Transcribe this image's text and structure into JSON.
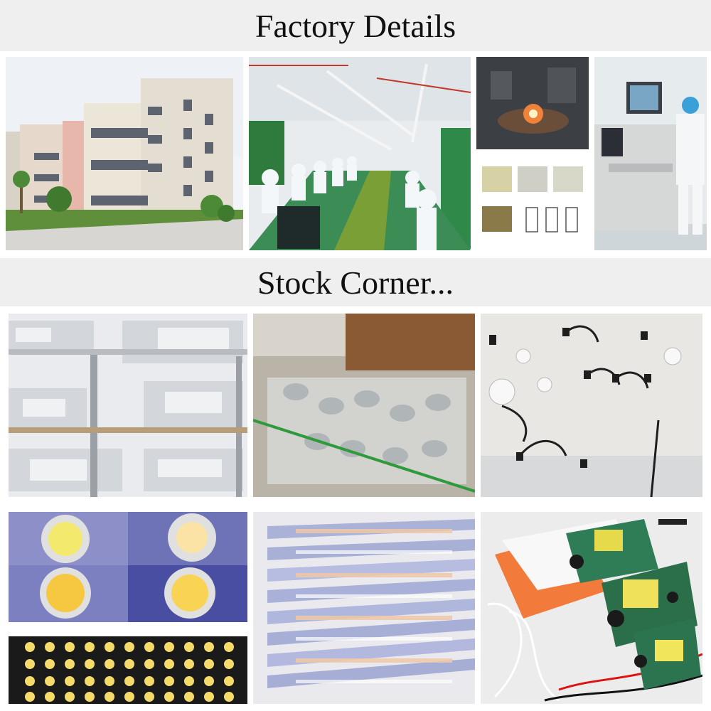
{
  "sections": {
    "factory": {
      "title": "Factory Details"
    },
    "stock": {
      "title": "Stock Corner..."
    }
  },
  "photos": {
    "factory": [
      "factory-building",
      "assembly-line",
      "machinery-and-certificates",
      "worker-at-machine"
    ],
    "stock": [
      "packaged-stock-shelves",
      "bagged-heatsinks",
      "wall-lamp-samples",
      "cob-led-chips",
      "led-tube-strips",
      "led-driver-boards"
    ]
  }
}
